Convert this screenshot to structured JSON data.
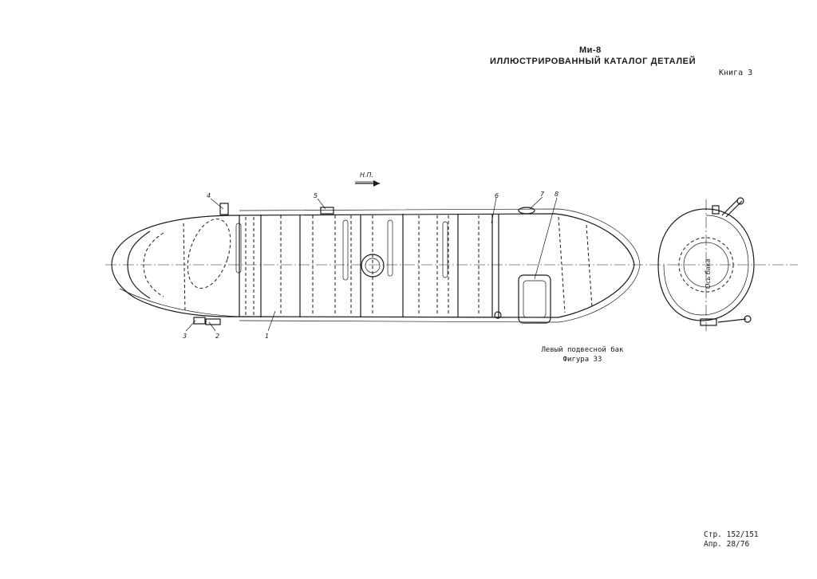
{
  "header": {
    "model": "Ми-8",
    "title": "ИЛЛЮСТРИРОВАННЫЙ КАТАЛОГ ДЕТАЛЕЙ",
    "book": "Книга 3"
  },
  "drawing": {
    "direction_label": "Н.П.",
    "callouts": [
      "1",
      "2",
      "3",
      "4",
      "5",
      "6",
      "7",
      "8"
    ],
    "section_label": "Ось бака"
  },
  "caption": {
    "name": "Левый подвесной бак",
    "figure": "Фигура 33"
  },
  "footer": {
    "page": "Стр. 152/151",
    "date": "Апр. 28/76"
  }
}
